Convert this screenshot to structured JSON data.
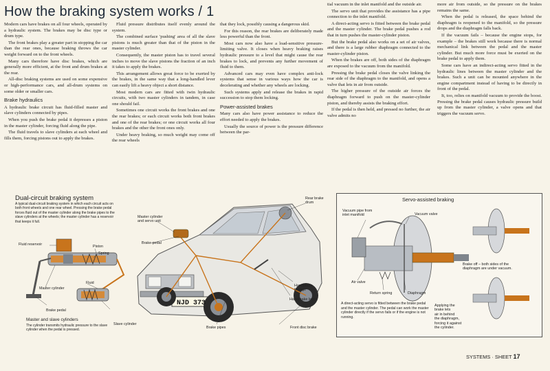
{
  "header": {
    "title": "How the braking system works / 1"
  },
  "col1": {
    "p1": "Modern cars have brakes on all four wheels, operated by a hydraulic system. The brakes may be disc type or drum type.",
    "p2": "The front brakes play a greater part in stopping the car than the rear ones, because braking throws the car weight forward on to the front wheels.",
    "p3": "Many cars therefore have disc brakes, which are generally more efficient, at the front and drum brakes at the rear.",
    "p4": "All-disc braking systems are used on some expensive or high-performance cars, and all-drum systems on some older or smaller cars.",
    "h1": "Brake hydraulics",
    "p5": "A hydraulic brake circuit has fluid-filled master and slave cylinders connected by pipes.",
    "p6": "When you push the brake pedal it depresses a piston in the master cylinder, forcing fluid along the pipe.",
    "p7": "The fluid travels to slave cylinders at each wheel and fills them, forcing pistons out to apply the brakes."
  },
  "col2": {
    "p1": "Fluid pressure distributes itself evenly around the system.",
    "p2": "The combined surface 'pushing' area of all the slave pistons is much greater than that of the piston in the master cylinder.",
    "p3": "Consequently, the master piston has to travel several inches to move the slave pistons the fraction of an inch it takes to apply the brakes.",
    "p4": "This arrangement allows great force to be exerted by the brakes, in the same way that a long-handled lever can easily lift a heavy object a short distance.",
    "p5": "Most modern cars are fitted with twin hydraulic circuits, with two master cylinders in tandem, in case one should fail.",
    "p6": "Sometimes one circuit works the front brakes and one the rear brakes; or each circuit works both front brakes and one of the rear brakes; or one circuit works all four brakes and the other the front ones only.",
    "p7": "Under heavy braking, so much weight may come off the rear wheels"
  },
  "col3": {
    "p1": "that they lock, possibly causing a dangerous skid.",
    "p2": "For this reason, the rear brakes are deliberately made less powerful than the front.",
    "p3": "Most cars now also have a load-sensitive pressure-limiting valve. It closes when heavy braking raises hydraulic pressure to a level that might cause the rear brakes to lock, and prevents any further movement of fluid to them.",
    "p4": "Advanced cars may even have complex anti-lock systems that sense in various ways how the car is decelerating and whether any wheels are locking.",
    "p5": "Such systems apply and release the brakes in rapid succession to stop them locking.",
    "h1": "Power-assisted brakes",
    "p6": "Many cars also have power assistance to reduce the effort needed to apply the brakes.",
    "p7": "Usually the source of power is the pressure difference between the par-"
  },
  "col4": {
    "p1": "tial vacuum in the inlet manifold and the outside air.",
    "p2": "The servo unit that provides the assistance has a pipe connection to the inlet manifold.",
    "p3": "A direct-acting servo is fitted between the brake pedal and the master cylinder. The brake pedal pushes a rod that in turn pushes the master-cylinder piston.",
    "p4": "But the brake pedal also works on a set of air valves, and there is a large rubber diaphragm connected to the master-cylinder piston.",
    "p5": "When the brakes are off, both sides of the diaphragm are exposed to the vacuum from the manifold.",
    "p6": "Pressing the brake pedal closes the valve linking the rear side of the diaphragm to the manifold, and opens a valve that lets in air from outside.",
    "p7": "The higher pressure of the outside air forces the diaphragm forward to push on the master-cylinder piston, and thereby assists the braking effort.",
    "p8": "If the pedal is then held, and pressed no further, the air valve admits no"
  },
  "col5": {
    "p1": "more air from outside, so the pressure on the brakes remains the same.",
    "p2": "When the pedal is released, the space behind the diaphragm is reopened to the manifold, so the pressure drops and the diaphragm falls back.",
    "p3": "If the vacuum fails – because the engine stops, for example – the brakes still work because there is normal mechanical link between the pedal and the master cylinder. But much more force must be exerted on the brake pedal to apply them.",
    "p4": "Some cars have an indirect-acting servo fitted in the hydraulic lines between the master cylinder and the brakes. Such a unit can be mounted anywhere in the engine compartment instead of having to be directly in front of the pedal.",
    "p5": "It, too, relies on manifold vacuum to provide the boost. Pressing the brake pedal causes hydraulic pressure build up from the master cylinder, a valve opens and that triggers the vacuum servo."
  },
  "dual": {
    "title": "Dual-circuit braking system",
    "caption": "A typical dual-circuit braking system in which each circuit acts on both front wheels and one rear wheel. Pressing the brake pedal forces fluid out of the master cylinder along the brake pipes to the slave cylinders at the wheels; the master cylinder has a reservoir that keeps it full.",
    "labels": {
      "master_servo": "Master cylinder\nand servo unit",
      "brake_pedal": "Brake pedal",
      "rear_drum": "Rear brake\ndrum",
      "handbrake_linkage": "Handbrake\nlinkage",
      "handbrake_lever": "Handbrake lever",
      "brake_pipes": "Brake pipes",
      "front_disc": "Front disc brake",
      "plate": "NJD 373"
    }
  },
  "ms": {
    "labels": {
      "fluid_reservoir": "Fluid reservoir",
      "piston": "Piston",
      "spring": "Spring",
      "master_cylinder": "Master cylinder",
      "fluid": "Fluid",
      "brake_pedal": "Brake pedal",
      "slave_cylinder": "Slave cylinder"
    },
    "title": "Master and slave cylinders",
    "caption": "The cylinder transmits hydraulic pressure to the slave cylinder when the pedal is pressed."
  },
  "servo": {
    "title": "Servo-assisted braking",
    "labels": {
      "vacuum_pipe": "Vacuum pipe from\ninlet manifold",
      "vacuum_valve": "Vacuum valve",
      "air_valve": "Air valve",
      "return_spring": "Return spring",
      "diaphragm": "Diaphragm",
      "brake_off": "Brake off – both sides of the\ndiaphragm are under vacuum.",
      "applying": "Applying the\nbrake lets\nair in behind\nthe diaphragm,\nforcing it against\nthe cylinder."
    },
    "caption": "A direct-acting servo is fitted between the brake pedal and the master cylinder. The pedal can work the master cylinder directly if the servo fails or if the engine is not running."
  },
  "footer": {
    "section": "SYSTEMS",
    "sep": "·",
    "sheet": "SHEET",
    "number": "17"
  },
  "colors": {
    "heading": "#1e2a38",
    "fluid": "#c8741c",
    "metal": "#8a8f96",
    "paper": "#f7f3e8"
  }
}
